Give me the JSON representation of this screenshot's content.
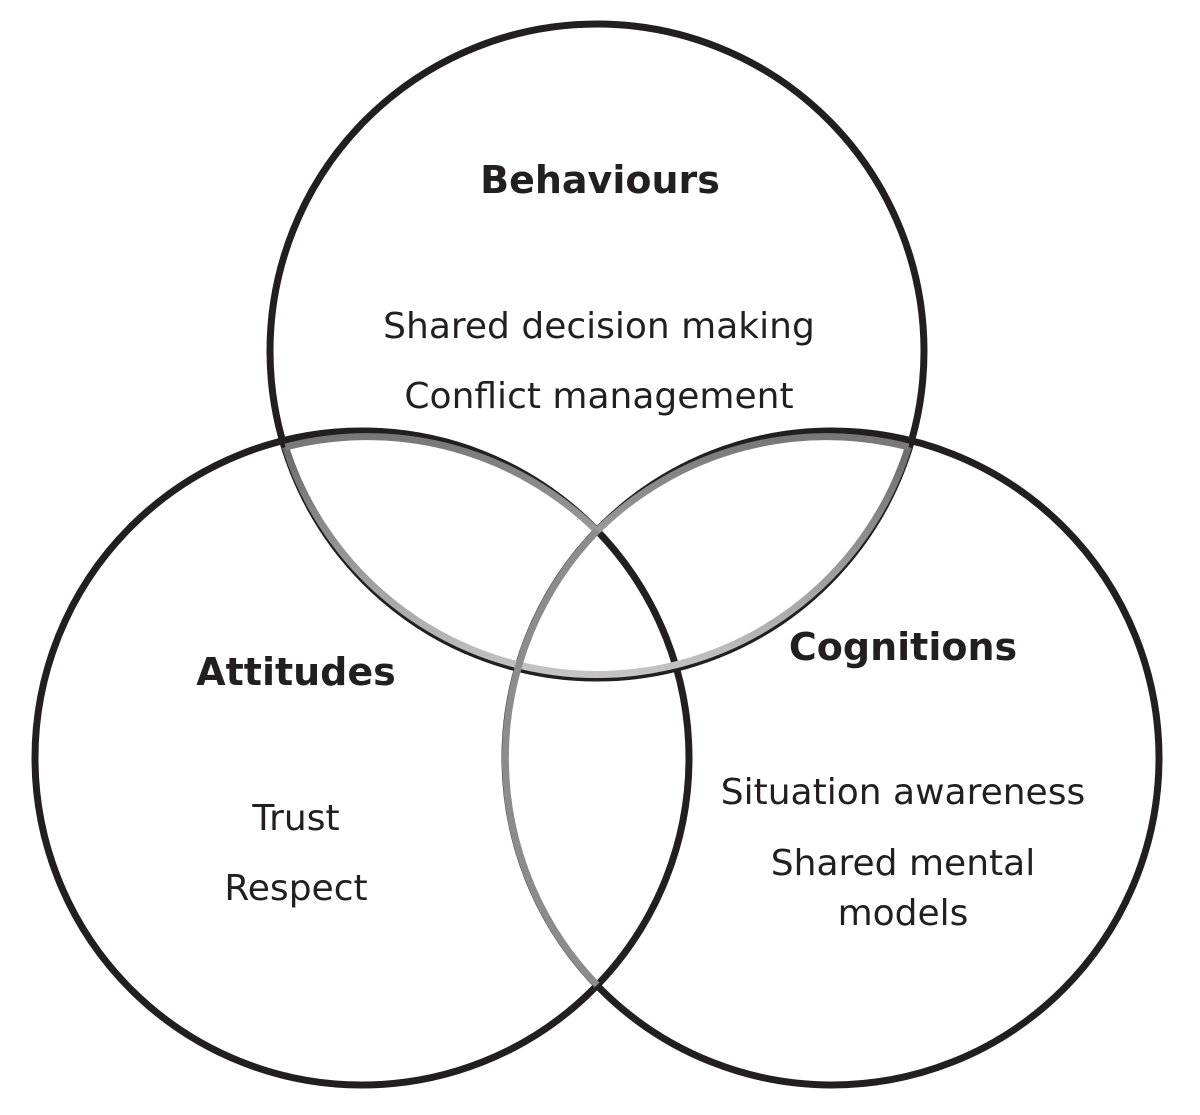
{
  "diagram": {
    "type": "venn",
    "sets": [
      {
        "key": "behaviours",
        "title": "Behaviours",
        "items": [
          "Shared decision making",
          "Conflict management"
        ]
      },
      {
        "key": "attitudes",
        "title": "Attitudes",
        "items": [
          "Trust",
          "Respect"
        ]
      },
      {
        "key": "cognitions",
        "title": "Cognitions",
        "items": [
          "Situation awareness",
          "Shared mental",
          "models"
        ]
      }
    ],
    "colors": {
      "outline": "#231f20",
      "overlap_arc": "#8a8a8a",
      "text": "#231f20",
      "background": "#ffffff"
    }
  }
}
